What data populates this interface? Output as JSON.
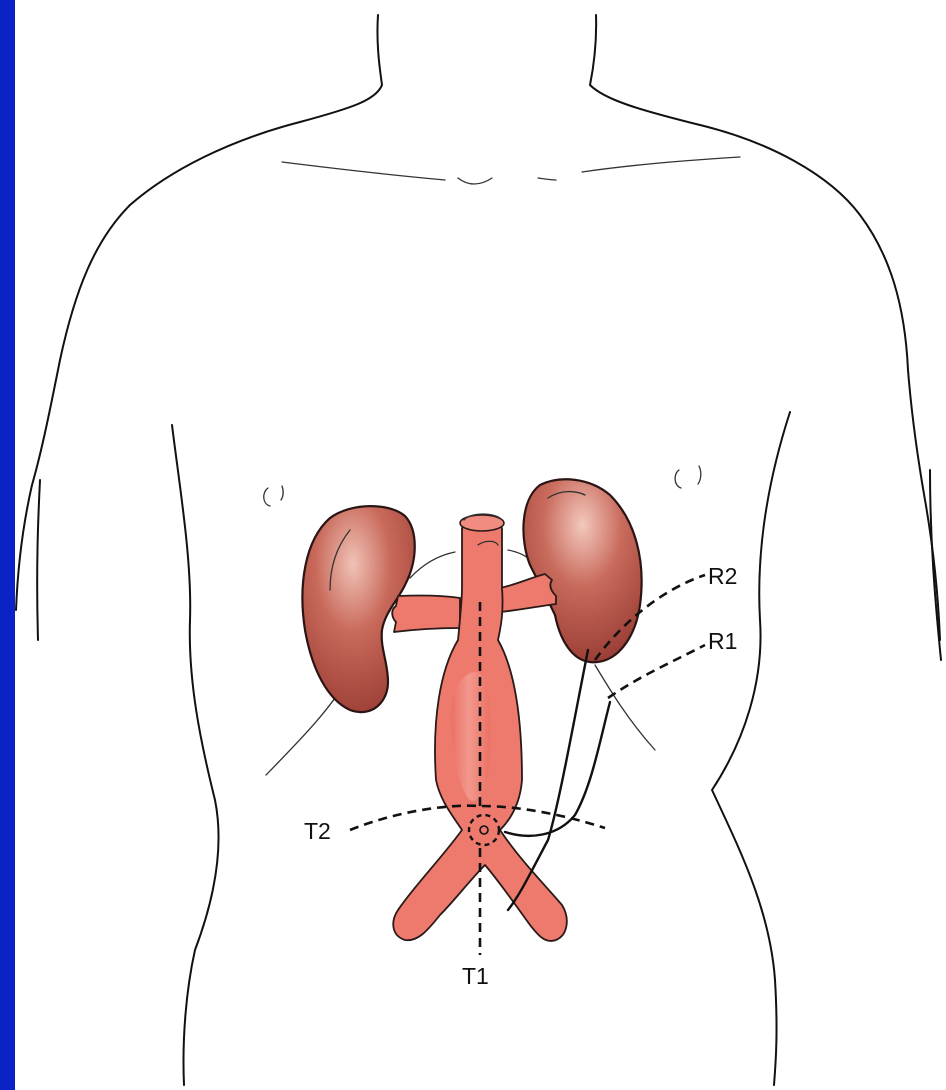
{
  "colors": {
    "frame": "#0b22c4",
    "background": "#ffffff",
    "vessel": "#ee7a6e",
    "kidney": "#b5564a",
    "line": "#111111"
  },
  "labels": {
    "R2": "R2",
    "R1": "R1",
    "T2": "T2",
    "T1": "T1"
  }
}
